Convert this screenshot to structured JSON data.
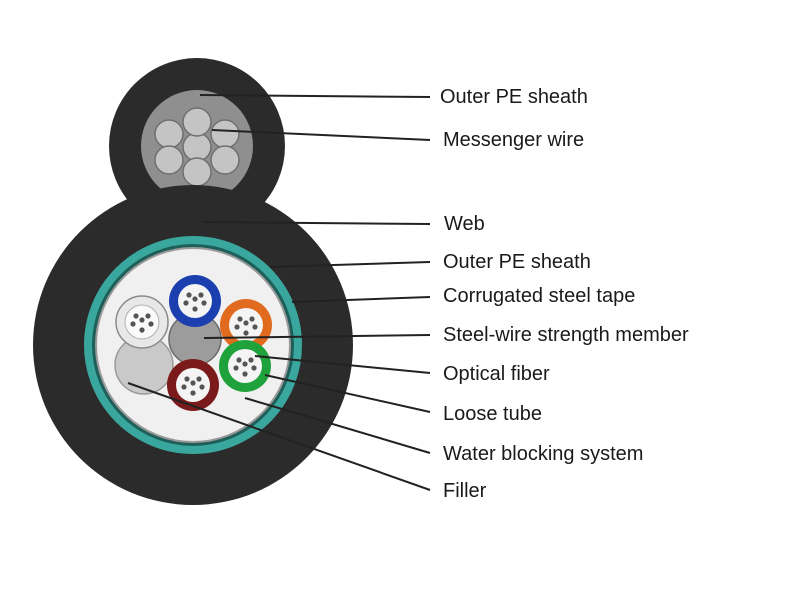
{
  "labels": {
    "outer_pe_sheath_top": "Outer PE sheath",
    "messenger_wire": "Messenger wire",
    "web": "Web",
    "outer_pe_sheath": "Outer PE sheath",
    "corrugated_steel_tape": "Corrugated steel tape",
    "strength_member": "Steel-wire strength member",
    "optical_fiber": "Optical fiber",
    "loose_tube": "Loose tube",
    "water_blocking": "Water blocking system",
    "filler": "Filler"
  },
  "colors": {
    "sheath": "#2b2b2b",
    "tape": "#3aa79e",
    "core": "#f0f0f0",
    "wire": "#9a9a9a",
    "tube_blue": "#1c3fb0",
    "tube_orange": "#e06a1e",
    "tube_green": "#1fa23c",
    "tube_red": "#7a1a1a",
    "tube_white": "#e8e8e8",
    "filler": "#c9c9c9"
  }
}
